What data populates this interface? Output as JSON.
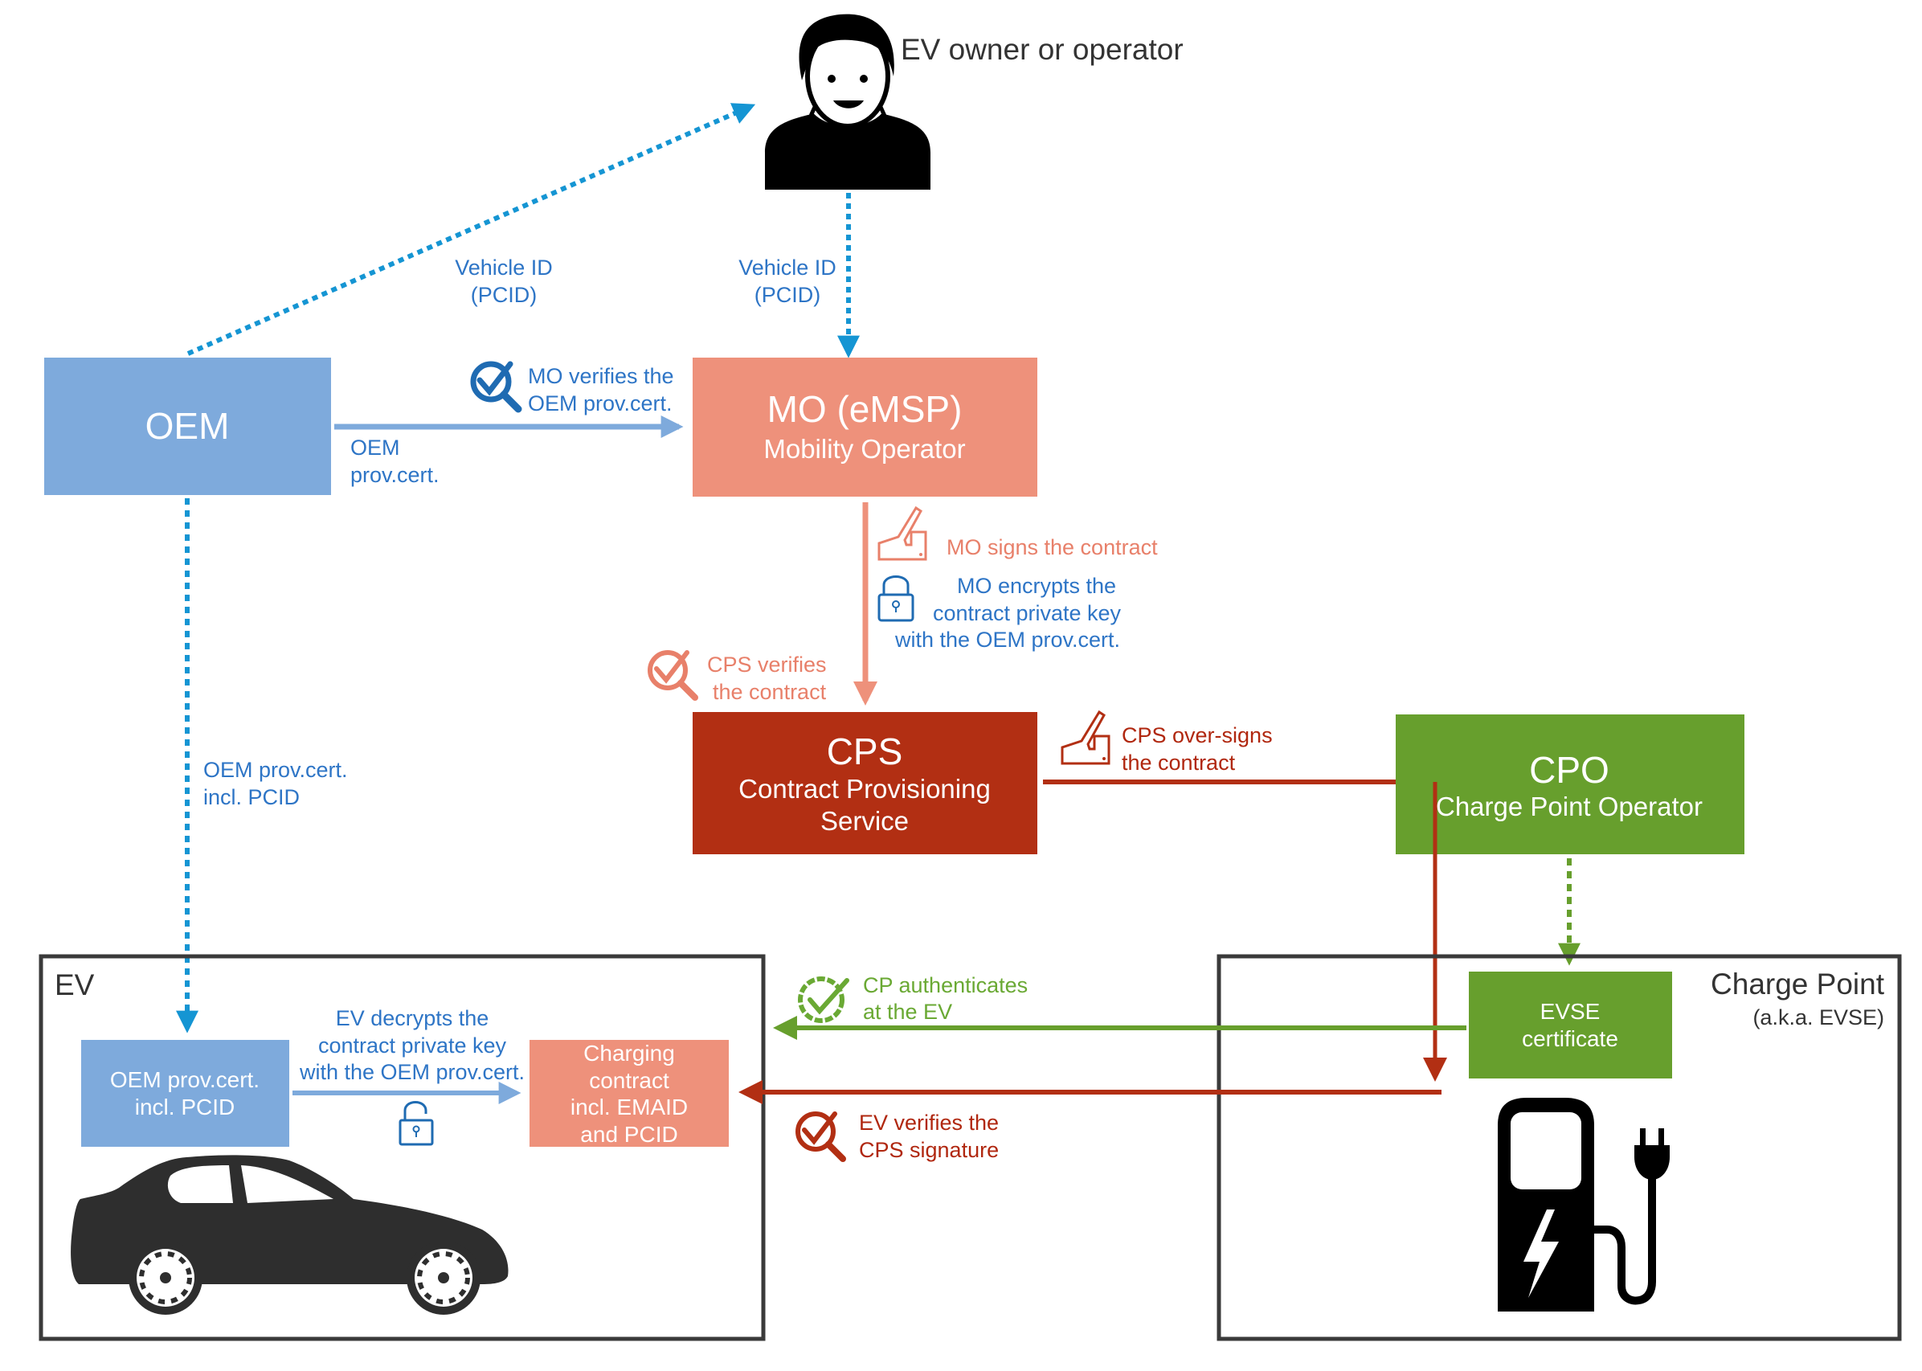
{
  "colors": {
    "oem_blue": "#7eaadc",
    "mo_salmon": "#ee917b",
    "cps_red": "#b22f13",
    "cpo_green": "#679f2d",
    "dotted_blue": "#1595d3",
    "text_blue": "#2e75c6",
    "container_border": "#3a3a3a"
  },
  "actors": {
    "owner_label": "EV owner or operator"
  },
  "boxes": {
    "oem": {
      "title": "OEM"
    },
    "mo": {
      "title": "MO (eMSP)",
      "subtitle": "Mobility Operator"
    },
    "cps": {
      "title": "CPS",
      "subtitle_line1": "Contract Provisioning",
      "subtitle_line2": "Service"
    },
    "cpo": {
      "title": "CPO",
      "subtitle": "Charge Point Operator"
    }
  },
  "containers": {
    "ev": {
      "label": "EV"
    },
    "charge_point": {
      "label": "Charge Point",
      "sublabel": "(a.k.a. EVSE)"
    }
  },
  "inner_boxes": {
    "oem_cert": {
      "line1": "OEM prov.cert.",
      "line2": "incl. PCID"
    },
    "charging_contract": {
      "line1": "Charging",
      "line2": "contract",
      "line3": "incl. EMAID",
      "line4": "and PCID"
    },
    "evse_cert": {
      "line1": "EVSE",
      "line2": "certificate"
    }
  },
  "edge_labels": {
    "vehicle_id_left": {
      "line1": "Vehicle ID",
      "line2": "(PCID)"
    },
    "vehicle_id_right": {
      "line1": "Vehicle ID",
      "line2": "(PCID)"
    },
    "oem_prov_cert": {
      "line1": "OEM",
      "line2": "prov.cert."
    },
    "mo_verifies": {
      "line1": "MO verifies the",
      "line2": "OEM prov.cert."
    },
    "mo_signs": "MO signs the contract",
    "mo_encrypts": {
      "line1": "MO encrypts the",
      "line2": "contract private key",
      "line3": "with the OEM prov.cert."
    },
    "cps_verifies": {
      "line1": "CPS verifies",
      "line2": "the contract"
    },
    "cps_oversigns": {
      "line1": "CPS over-signs",
      "line2": "the contract"
    },
    "oem_cert_incl": {
      "line1": "OEM prov.cert.",
      "line2": "incl. PCID"
    },
    "ev_decrypts": {
      "line1": "EV decrypts the",
      "line2": "contract private key",
      "line3": "with the OEM prov.cert."
    },
    "cp_authenticates": {
      "line1": "CP authenticates",
      "line2": "at the EV"
    },
    "ev_verifies": {
      "line1": "EV verifies the",
      "line2": "CPS signature"
    }
  },
  "icons": {
    "person": "person-icon",
    "car": "car-icon",
    "charging_station": "charging-station-icon",
    "verify": "magnifier-check-icon",
    "sign": "signing-hand-icon",
    "lock_closed": "lock-icon",
    "lock_open": "unlock-icon",
    "badge_check": "badge-check-icon"
  }
}
